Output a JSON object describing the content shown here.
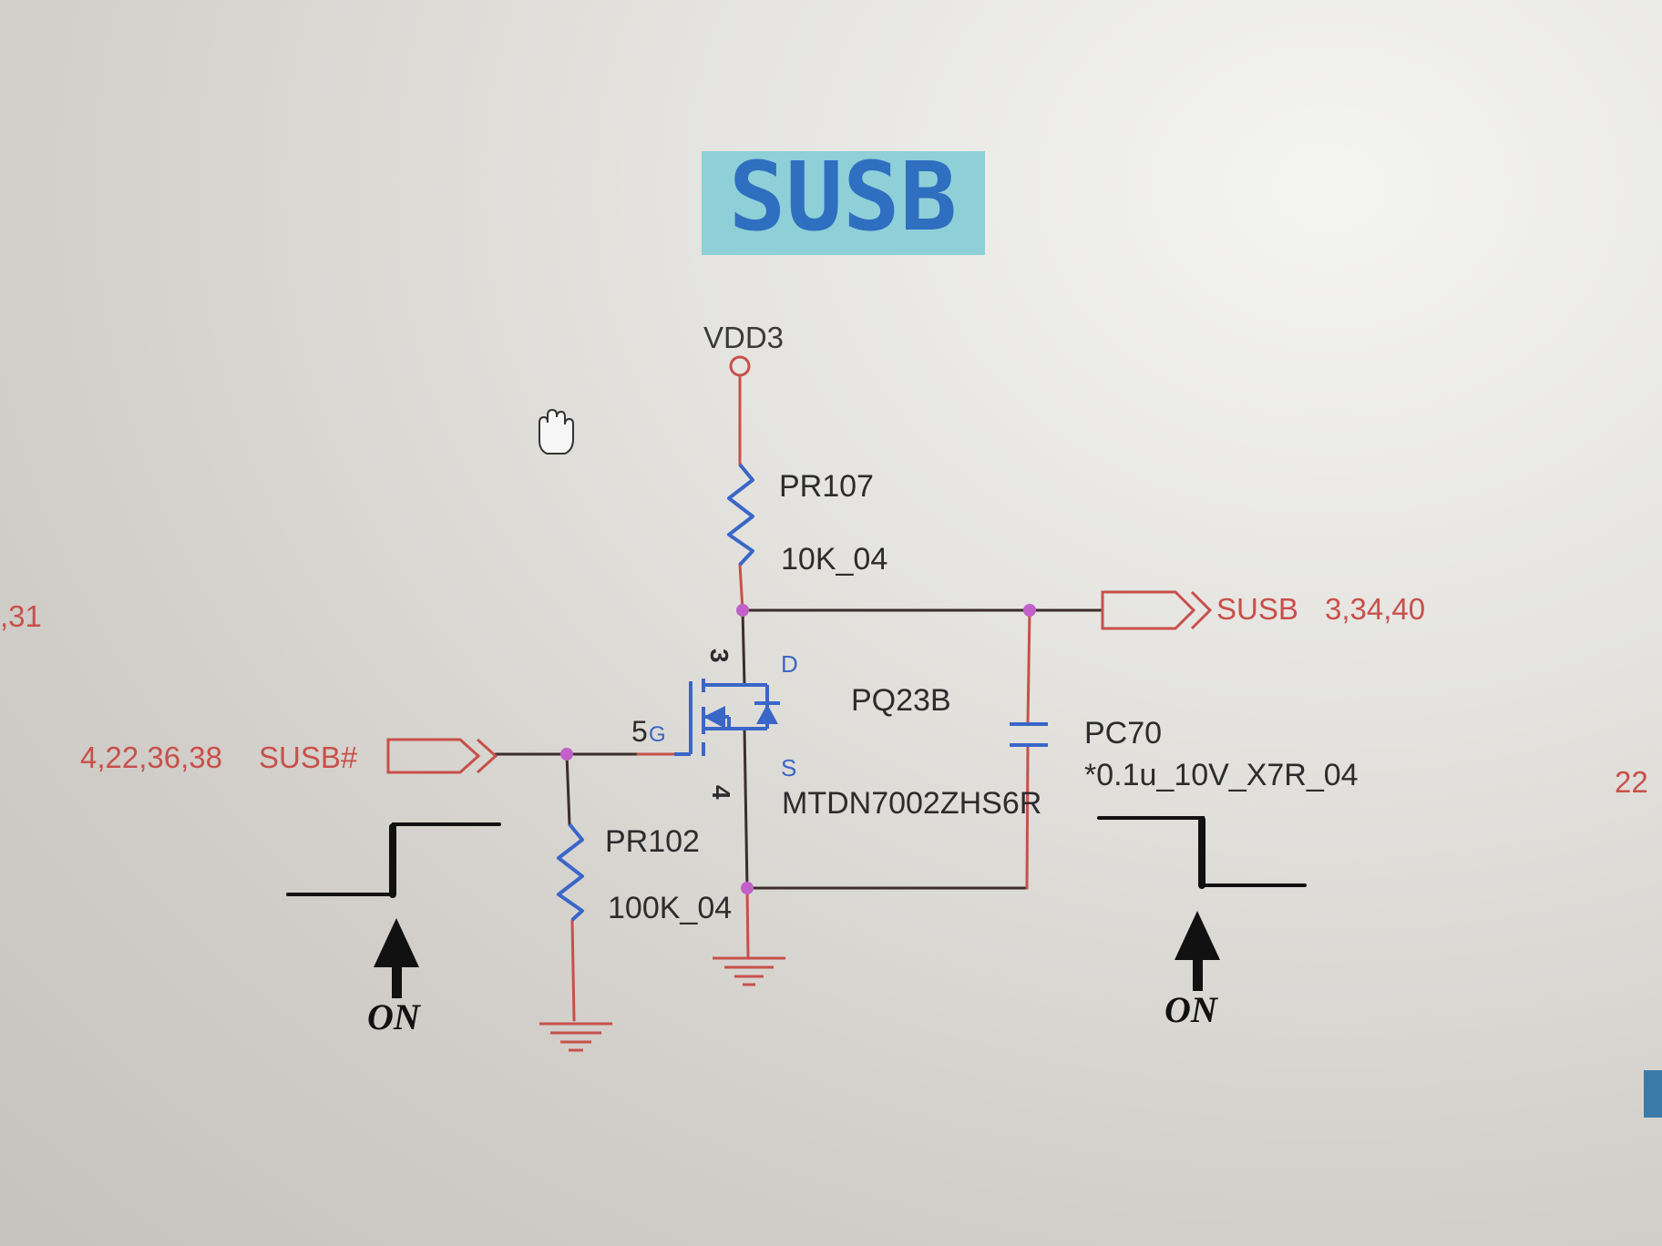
{
  "title": "SUSB",
  "colors": {
    "title_bg": "#8fcfd8",
    "title_fg": "#2f6fc0",
    "wire": "#3a2e2c",
    "wire_red": "#c8504a",
    "net_label": "#c8504a",
    "component": "#3a66c8",
    "junction": "#c060c8",
    "text": "#2c2c2c"
  },
  "power": {
    "label": "VDD3"
  },
  "components": {
    "pr107": {
      "ref": "PR107",
      "value": "10K_04"
    },
    "pr102": {
      "ref": "PR102",
      "value": "100K_04"
    },
    "pq23b": {
      "ref": "PQ23B",
      "part": "MTDN7002ZHS6R",
      "pin_drain_num": "3",
      "pin_drain_name": "D",
      "pin_gate_num": "5",
      "pin_gate_name": "G",
      "pin_source_num": "4",
      "pin_source_name": "S"
    },
    "pc70": {
      "ref": "PC70",
      "value": "*0.1u_10V_X7R_04"
    }
  },
  "nets": {
    "output": {
      "name": "SUSB",
      "pages": "3,34,40"
    },
    "input": {
      "name": "SUSB#",
      "pages": "4,22,36,38"
    }
  },
  "edge_labels": {
    "left": ",31",
    "right": "22"
  },
  "annotations": {
    "left_on": "ON",
    "right_on": "ON"
  },
  "cursor_icon": "hand-cursor-icon"
}
